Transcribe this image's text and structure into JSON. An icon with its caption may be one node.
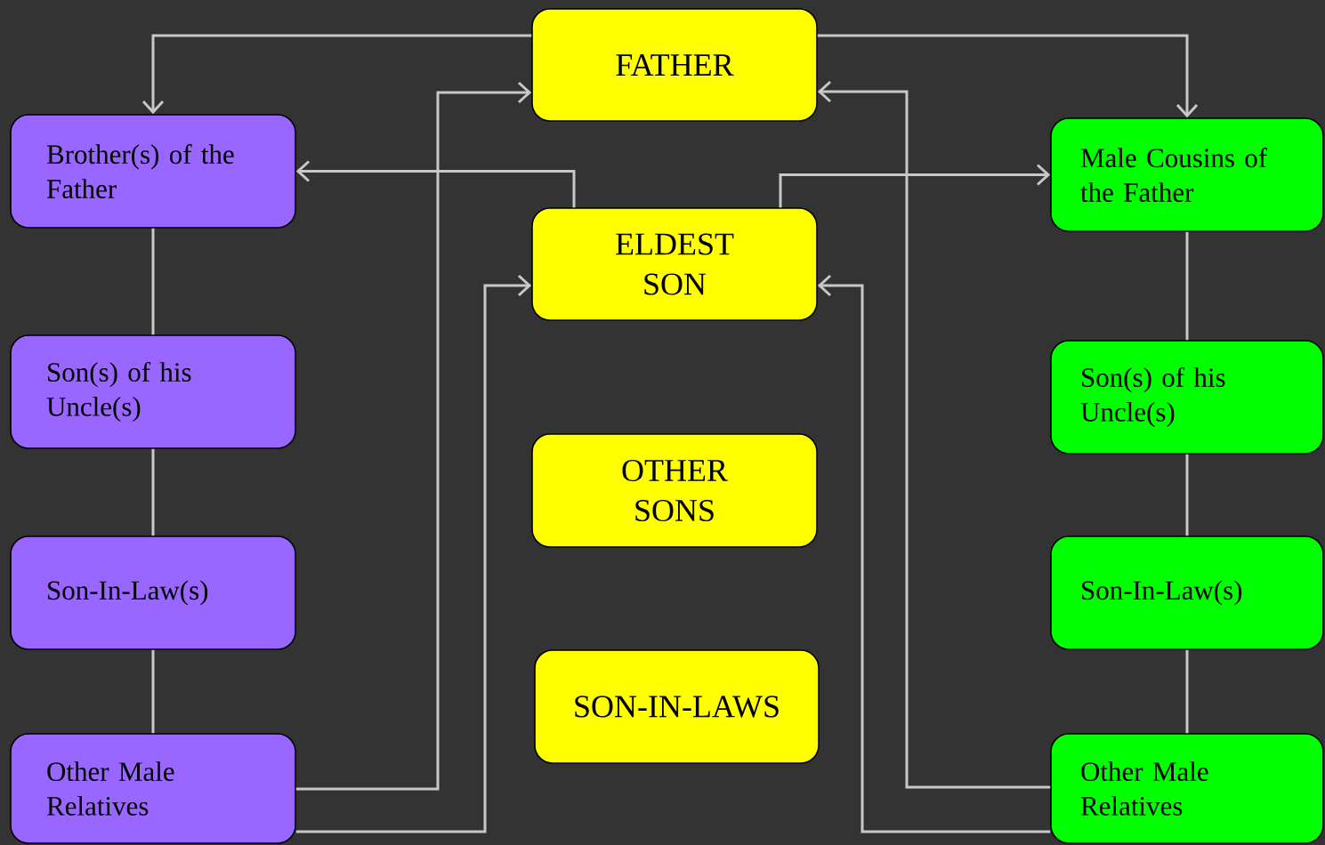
{
  "diagram": {
    "nodes": [
      {
        "text": [
          "FATHER"
        ]
      },
      {
        "text": [
          "Brother(s) of the Father"
        ]
      },
      {
        "text": [
          "Male Cousins of the Father"
        ]
      },
      {
        "text": [
          "ELDEST SON"
        ]
      },
      {
        "text": [
          "Son(s) of his Uncle(s)"
        ]
      },
      {
        "text": [
          "Son(s) of his Uncle(s)"
        ]
      },
      {
        "text": [
          "OTHER SONS"
        ]
      },
      {
        "text": [
          "Son-In-Law(s)"
        ]
      },
      {
        "text": [
          "Son-In-Law(s)"
        ]
      },
      {
        "text": [
          "SON-IN-LAWS"
        ]
      },
      {
        "text": [
          "Other Male Relatives"
        ]
      },
      {
        "text": [
          "Other Male Relatives"
        ]
      }
    ],
    "edges": [
      {
        "from": 0,
        "to": 1,
        "arrow": "to"
      },
      {
        "from": 0,
        "to": 2,
        "arrow": "to"
      },
      {
        "from": 3,
        "to": 1,
        "arrow": "to"
      },
      {
        "from": 3,
        "to": 2,
        "arrow": "to"
      },
      {
        "from": 10,
        "to": 0,
        "arrow": "to"
      },
      {
        "from": 10,
        "to": 3,
        "arrow": "to"
      },
      {
        "from": 11,
        "to": 0,
        "arrow": "to"
      },
      {
        "from": 11,
        "to": 3,
        "arrow": "to"
      },
      {
        "from": 1,
        "to": 4,
        "arrow": "none"
      },
      {
        "from": 4,
        "to": 7,
        "arrow": "none"
      },
      {
        "from": 7,
        "to": 10,
        "arrow": "none"
      },
      {
        "from": 2,
        "to": 5,
        "arrow": "none"
      },
      {
        "from": 5,
        "to": 8,
        "arrow": "none"
      },
      {
        "from": 8,
        "to": 11,
        "arrow": "none"
      }
    ]
  }
}
